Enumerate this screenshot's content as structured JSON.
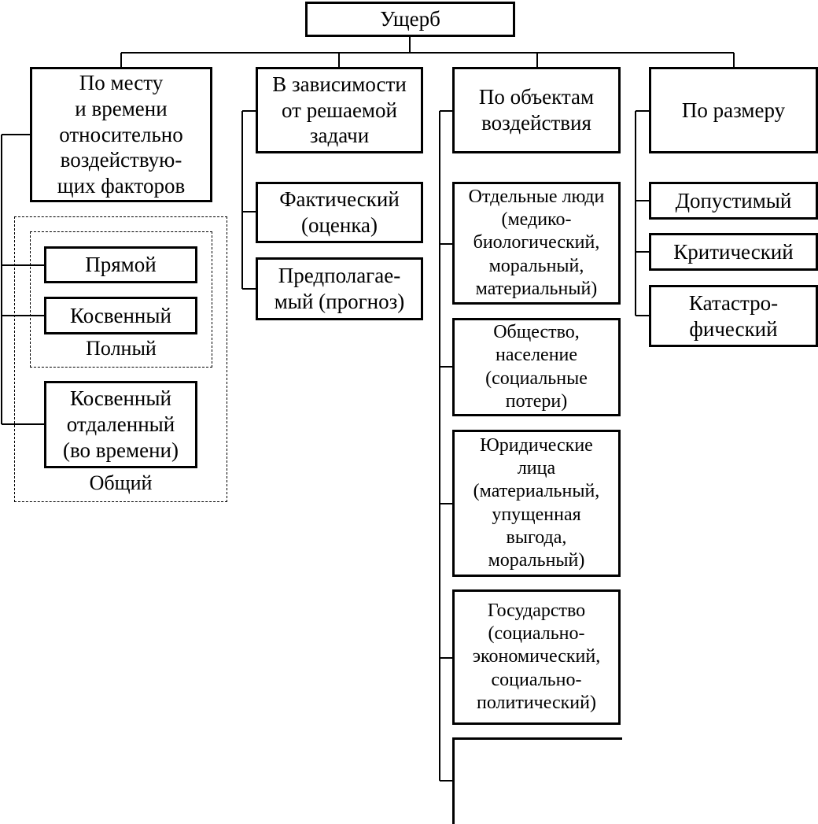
{
  "root": "Ущерб",
  "columns": [
    {
      "header": "По месту\nи времени\nотносительно\nвоздействую-\nщих факторов",
      "items": [
        "Прямой",
        "Косвенный",
        "Косвенный\nотдаленный\n(во времени)"
      ],
      "groups": [
        "Полный",
        "Общий"
      ]
    },
    {
      "header": "В зависимости\nот решаемой\nзадачи",
      "items": [
        "Фактический\n(оценка)",
        "Предполагае-\nмый (прогноз)"
      ]
    },
    {
      "header": "По объектам\nвоздействия",
      "items": [
        "Отдельные люди\n(медико-\nбиологический,\nморальный,\nматериальный)",
        "Общество,\nнаселение\n(социальные\nпотери)",
        "Юридические\nлица\n(материальный,\nупущенная\nвыгода,\nморальный)",
        "Государство\n(социально-\nэкономический,\nсоциально-\nполитический)"
      ]
    },
    {
      "header": "По размеру",
      "items": [
        "Допустимый",
        "Критический",
        "Катастро-\nфический"
      ]
    }
  ]
}
